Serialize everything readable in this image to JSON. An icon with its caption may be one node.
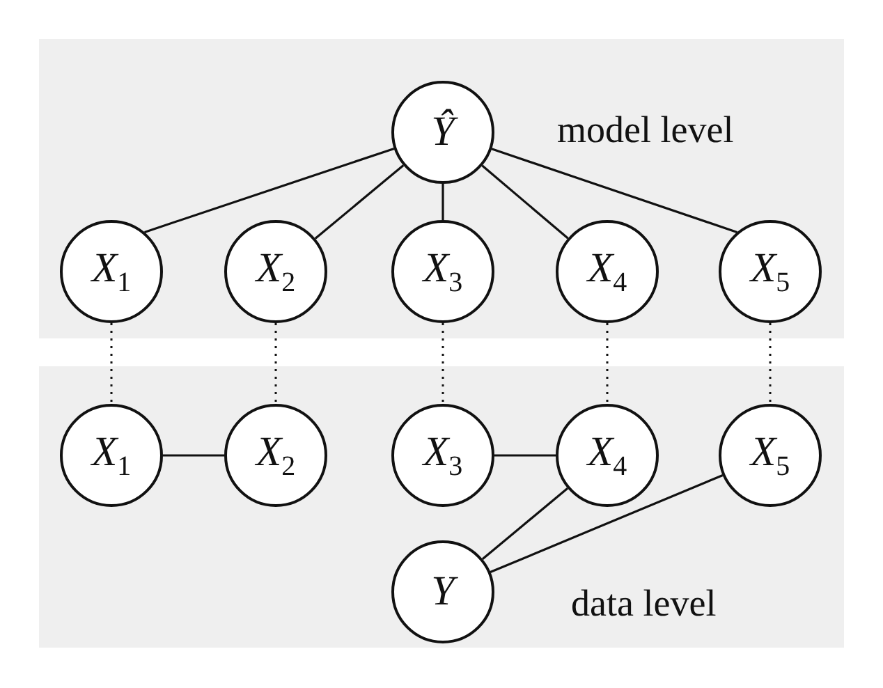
{
  "diagram": {
    "nodes": [
      {
        "text": [
          "model level"
        ]
      },
      {
        "text": [
          "Ŷ"
        ],
        "in": 0
      },
      {
        "text": [
          "X$_{1}$"
        ],
        "in": 0
      },
      {
        "text": [
          "X$_{2}$"
        ],
        "in": 0
      },
      {
        "text": [
          "X$_{3}$"
        ],
        "in": 0
      },
      {
        "text": [
          "X$_{4}$"
        ],
        "in": 0
      },
      {
        "text": [
          "X$_{5}$"
        ],
        "in": 0
      },
      {
        "text": [
          "data level"
        ]
      },
      {
        "text": [
          "X$_{1}$"
        ],
        "in": 7
      },
      {
        "text": [
          "X$_{2}$"
        ],
        "in": 7
      },
      {
        "text": [
          "X$_{3}$"
        ],
        "in": 7
      },
      {
        "text": [
          "X$_{4}$"
        ],
        "in": 7
      },
      {
        "text": [
          "X$_{5}$"
        ],
        "in": 7
      },
      {
        "text": [
          "Y"
        ],
        "in": 7
      }
    ],
    "edges": [
      {
        "from": 1,
        "to": 2,
        "arrow": "none"
      },
      {
        "from": 1,
        "to": 3,
        "arrow": "none"
      },
      {
        "from": 1,
        "to": 4,
        "arrow": "none"
      },
      {
        "from": 1,
        "to": 5,
        "arrow": "none"
      },
      {
        "from": 1,
        "to": 6,
        "arrow": "none"
      },
      {
        "from": 2,
        "to": 8,
        "arrow": "none",
        "style": "dashed"
      },
      {
        "from": 3,
        "to": 9,
        "arrow": "none",
        "style": "dashed"
      },
      {
        "from": 4,
        "to": 10,
        "arrow": "none",
        "style": "dashed"
      },
      {
        "from": 5,
        "to": 11,
        "arrow": "none",
        "style": "dashed"
      },
      {
        "from": 6,
        "to": 12,
        "arrow": "none",
        "style": "dashed"
      },
      {
        "from": 8,
        "to": 9,
        "arrow": "none"
      },
      {
        "from": 10,
        "to": 11,
        "arrow": "none"
      },
      {
        "from": 11,
        "to": 13,
        "arrow": "none"
      },
      {
        "from": 12,
        "to": 13,
        "arrow": "none"
      }
    ]
  }
}
